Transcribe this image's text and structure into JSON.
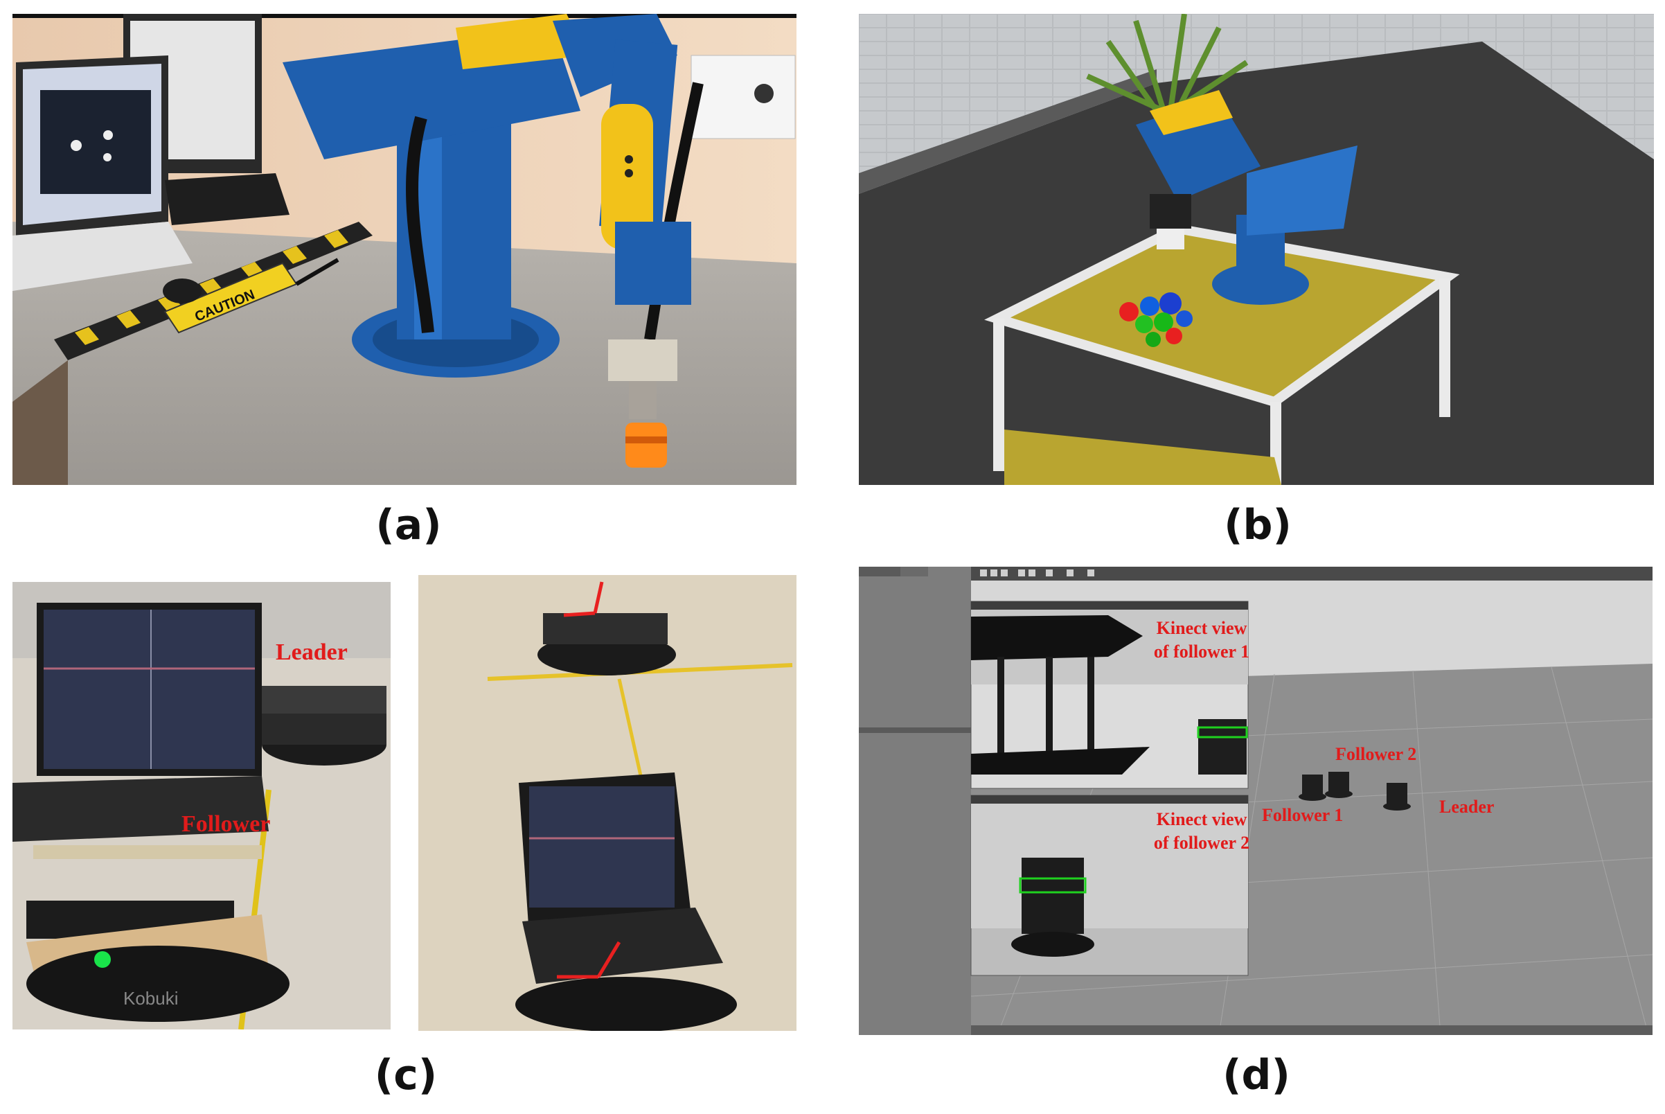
{
  "panels": [
    {
      "id": "a",
      "caption": "(a)"
    },
    {
      "id": "b",
      "caption": "(b)"
    },
    {
      "id": "c",
      "caption": "(c)",
      "labels": {
        "leader": "Leader",
        "follower": "Follower"
      }
    },
    {
      "id": "d",
      "caption": "(d)",
      "labels": {
        "kinect1_line1": "Kinect view",
        "kinect1_line2": "of follower 1",
        "kinect2_line1": "Kinect view",
        "kinect2_line2": "of follower 2",
        "follower2": "Follower 2",
        "follower1": "Follower 1",
        "leader": "Leader"
      }
    }
  ],
  "sign_text": "CAUTION",
  "robot_brand": "Kobuki",
  "colors": {
    "label_red": "#e11b1b",
    "robot_blue": "#1f5fae",
    "robot_yellow": "#f2c21a",
    "table_yellow": "#b9a530",
    "bbox_green": "#1fd11f"
  }
}
